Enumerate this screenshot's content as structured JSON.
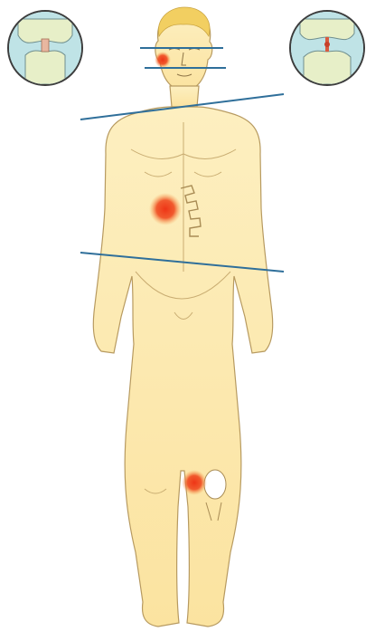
{
  "figure": {
    "colors": {
      "skin": "#fbe6a6",
      "skin_shade": "#f3cf7c",
      "outline": "#b79a60",
      "hair": "#f2cf61",
      "pain_spot": "#ee3516",
      "axis_line": "#2f6f9a",
      "inset_fluid": "#bfe3e6",
      "inset_bone": "#e7efc8",
      "inset_cartilage": "#f6e4b0",
      "inset_ring": "#3d3d3d"
    },
    "pain_spots": [
      "cheek",
      "right-abdomen",
      "left-knee"
    ],
    "axis_lines": [
      "eye-level",
      "nose-level",
      "shoulder-tilt",
      "pelvis-tilt"
    ],
    "insets": [
      {
        "name": "joint-cross-section-normal"
      },
      {
        "name": "joint-cross-section-inflamed"
      }
    ]
  }
}
